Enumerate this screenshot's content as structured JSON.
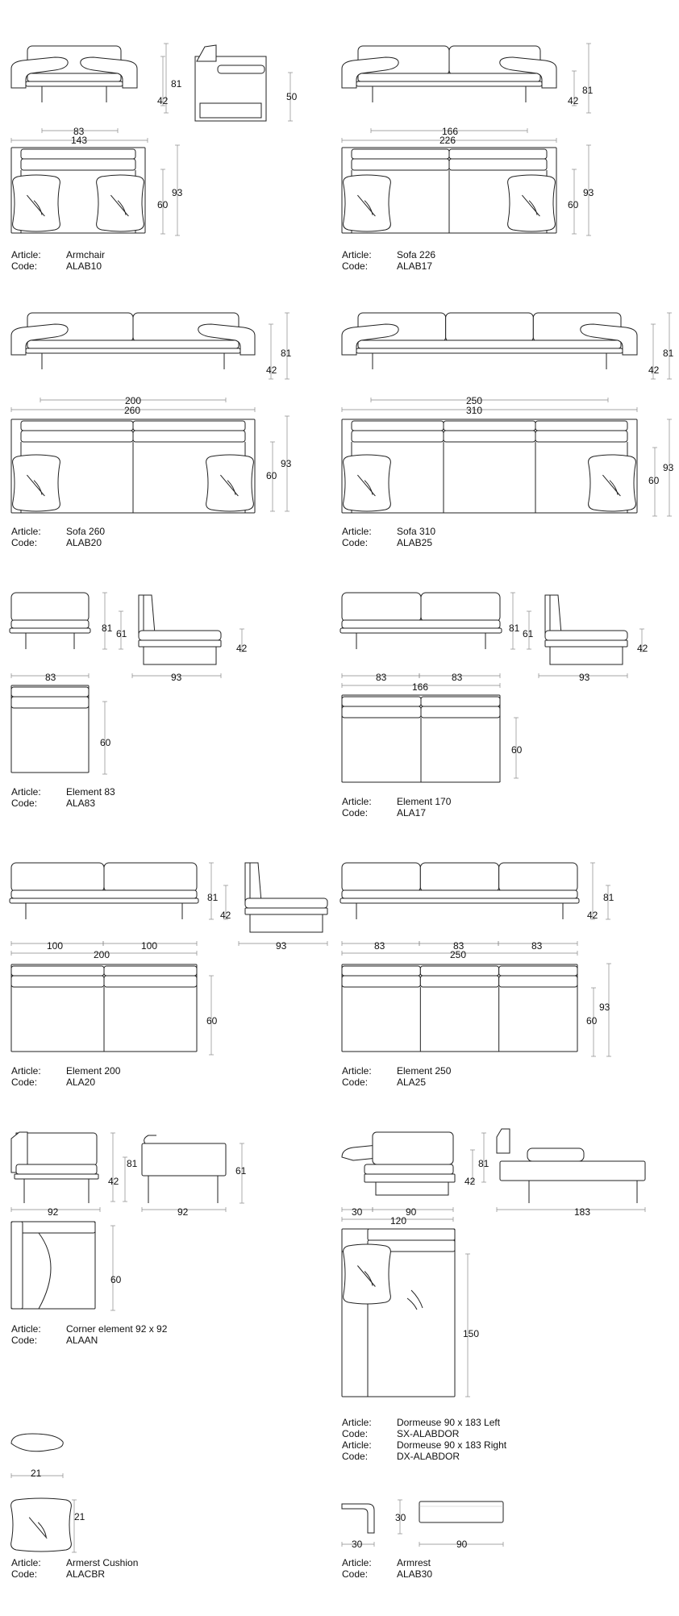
{
  "products": [
    {
      "article": "Armchair",
      "code": "ALAB10"
    },
    {
      "article": "Sofa 226",
      "code": "ALAB17"
    },
    {
      "article": "Sofa 260",
      "code": "ALAB20"
    },
    {
      "article": "Sofa 310",
      "code": "ALAB25"
    },
    {
      "article": "Element 83",
      "code": "ALA83"
    },
    {
      "article": "Element 170",
      "code": "ALA17"
    },
    {
      "article": "Element 200",
      "code": "ALA20"
    },
    {
      "article": "Element 250",
      "code": "ALA25"
    },
    {
      "article": "Corner element 92 x 92",
      "code": "ALAAN"
    },
    {
      "article": "Dormeuse 90 x 183 Left",
      "code": "SX-ALABDOR",
      "article2": "Dormeuse 90 x 183 Right",
      "code2": "DX-ALABDOR"
    },
    {
      "article": "Armerst Cushion",
      "code": "ALACBR"
    },
    {
      "article": "Armrest",
      "code": "ALAB30"
    }
  ],
  "labels": {
    "article": "Article:",
    "code": "Code:"
  },
  "dims": {
    "armchair": {
      "h1": "81",
      "h2": "42",
      "side": "50",
      "seat": "83",
      "total": "143",
      "depth": "93",
      "seatd": "60"
    },
    "sofa226": {
      "h1": "81",
      "h2": "42",
      "seat": "166",
      "total": "226",
      "depth": "93",
      "seatd": "60"
    },
    "sofa260": {
      "h1": "81",
      "h2": "42",
      "seat": "200",
      "total": "260",
      "depth": "93",
      "seatd": "60"
    },
    "sofa310": {
      "h1": "81",
      "h2": "42",
      "seat": "250",
      "total": "310",
      "depth": "93",
      "seatd": "60"
    },
    "el83": {
      "h1": "81",
      "h2": "61",
      "h3": "42",
      "w": "83",
      "d": "93",
      "seatd": "60"
    },
    "el170": {
      "h1": "81",
      "h2": "61",
      "h3": "42",
      "w1": "83",
      "w2": "83",
      "total": "166",
      "d": "93",
      "seatd": "60"
    },
    "el200": {
      "h1": "81",
      "h2": "42",
      "w1": "100",
      "w2": "100",
      "total": "200",
      "d": "93",
      "seatd": "60"
    },
    "el250": {
      "h1": "81",
      "h2": "42",
      "w1": "83",
      "w2": "83",
      "w3": "83",
      "total": "250",
      "depth": "93",
      "seatd": "60"
    },
    "corner": {
      "h1": "81",
      "h2": "42",
      "h3": "61",
      "w": "92",
      "d": "92",
      "seatd": "60"
    },
    "dormeuse": {
      "h1": "81",
      "h2": "42",
      "a": "30",
      "b": "90",
      "total": "120",
      "len": "183",
      "seatd": "150"
    },
    "cushion": {
      "w": "21",
      "h": "21"
    },
    "armrest": {
      "a": "30",
      "b": "30",
      "w": "90"
    }
  }
}
